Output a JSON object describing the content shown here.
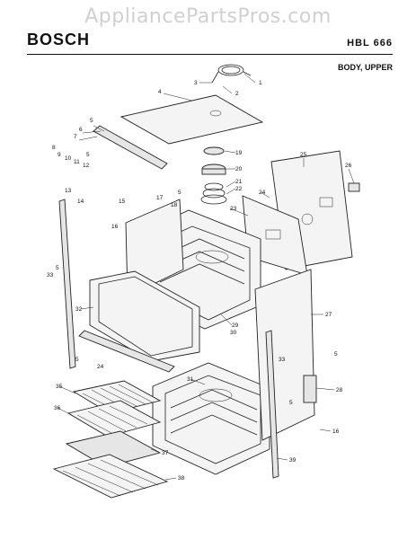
{
  "header": {
    "watermark": "AppliancePartsPros.com",
    "brand": "BOSCH",
    "model": "HBL 666",
    "section": "BODY, UPPER"
  },
  "callouts": [
    "1",
    "2",
    "3",
    "4",
    "5",
    "5",
    "5",
    "5",
    "5",
    "5",
    "5",
    "6",
    "7",
    "8",
    "9",
    "10",
    "11",
    "12",
    "13",
    "14",
    "15",
    "16",
    "16",
    "17",
    "18",
    "19",
    "20",
    "21",
    "22",
    "23",
    "24",
    "24",
    "25",
    "26",
    "27",
    "28",
    "29",
    "30",
    "31",
    "32",
    "33",
    "33",
    "35",
    "36",
    "37",
    "38",
    "39"
  ]
}
